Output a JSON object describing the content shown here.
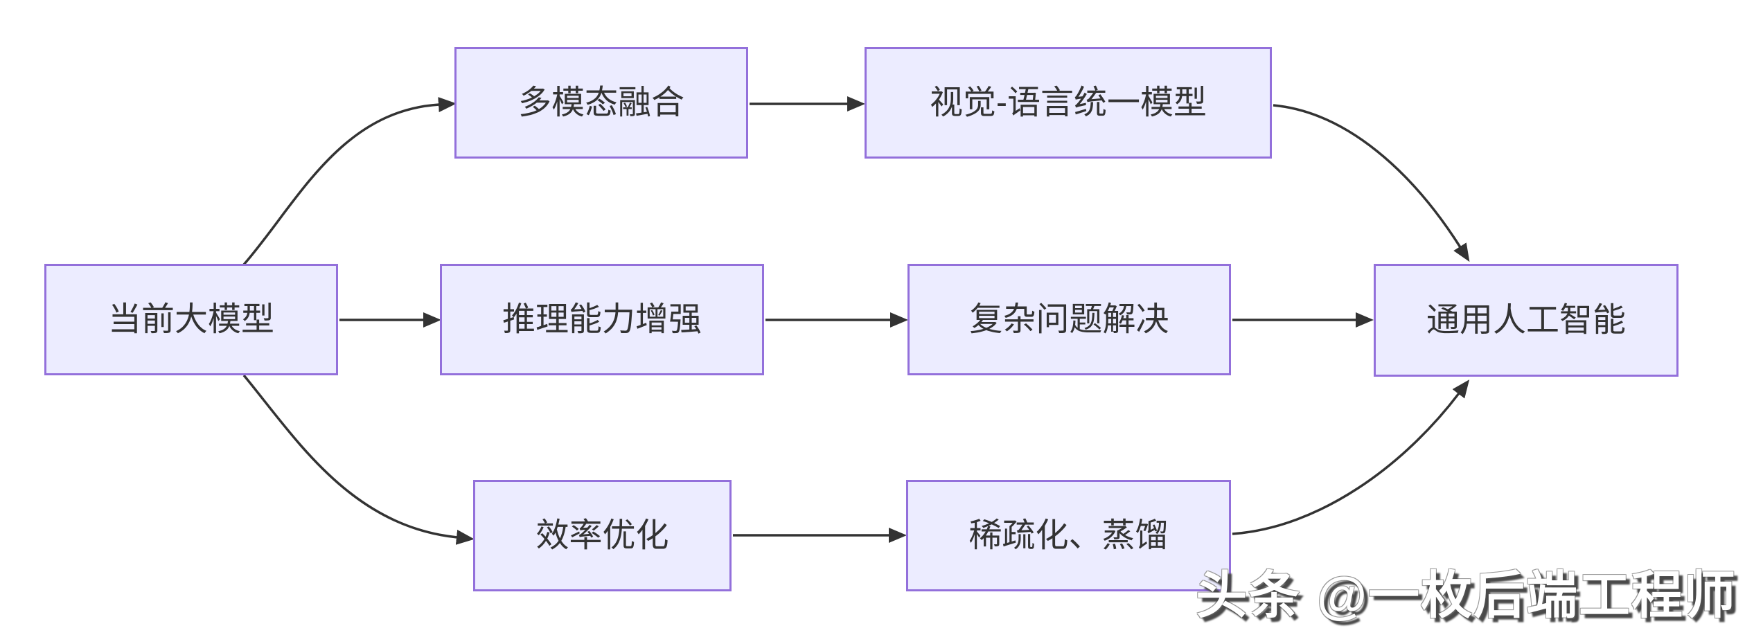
{
  "diagram": {
    "type": "flowchart-LR",
    "nodes": {
      "current_llm": {
        "label": "当前大模型"
      },
      "multimodal": {
        "label": "多模态融合"
      },
      "vision_language": {
        "label": "视觉-语言统一模型"
      },
      "reasoning": {
        "label": "推理能力增强"
      },
      "complex_problem": {
        "label": "复杂问题解决"
      },
      "efficiency": {
        "label": "效率优化"
      },
      "sparsification": {
        "label": "稀疏化、蒸馏"
      },
      "agi": {
        "label": "通用人工智能"
      }
    },
    "edges": [
      {
        "from": "current_llm",
        "to": "multimodal"
      },
      {
        "from": "current_llm",
        "to": "reasoning"
      },
      {
        "from": "current_llm",
        "to": "efficiency"
      },
      {
        "from": "multimodal",
        "to": "vision_language"
      },
      {
        "from": "reasoning",
        "to": "complex_problem"
      },
      {
        "from": "efficiency",
        "to": "sparsification"
      },
      {
        "from": "vision_language",
        "to": "agi"
      },
      {
        "from": "complex_problem",
        "to": "agi"
      },
      {
        "from": "sparsification",
        "to": "agi"
      }
    ],
    "colors": {
      "node_fill": "#ECECFF",
      "node_border": "#9370DB",
      "edge": "#333333",
      "text": "#333333",
      "background": "#FFFFFF"
    }
  },
  "watermark": {
    "text": "头条 @一枚后端工程师"
  }
}
